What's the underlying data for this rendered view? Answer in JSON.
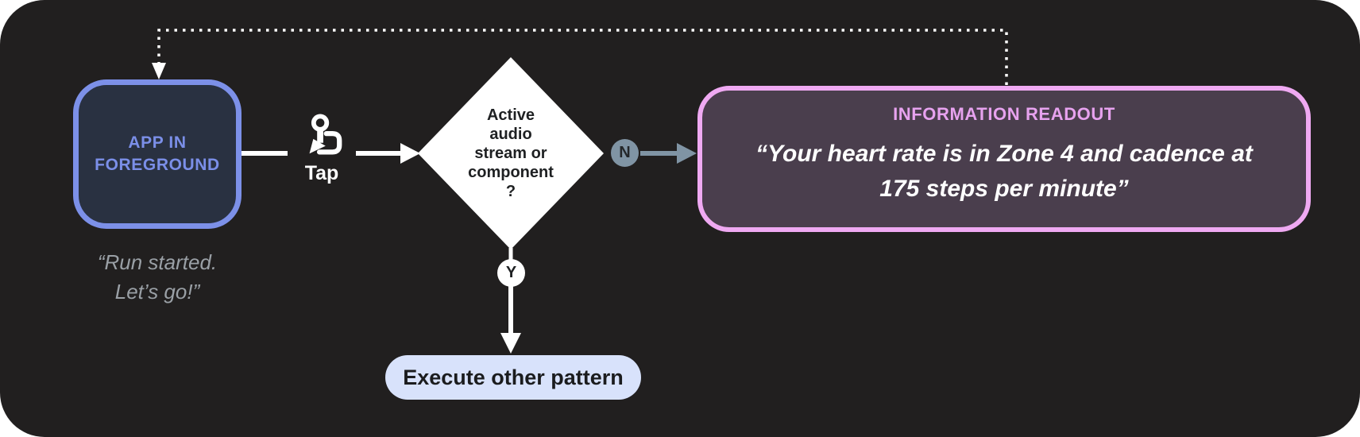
{
  "palette": {
    "canvas_bg": "#211F1F",
    "page_bg": "#FFFFFF",
    "app_border": "#7C90E8",
    "app_fill": "#293141",
    "app_text": "#7B8FE8",
    "quote_text": "#9AA0A6",
    "connector_white": "#FFFFFF",
    "no_branch_slate": "#8094A4",
    "readout_border": "#EFA9F2",
    "readout_fill": "#4A3E4D",
    "readout_title": "#E7A2EF",
    "pill_fill": "#D8E2FB",
    "dark_text": "#1E2022"
  },
  "app_node": {
    "label_line1": "APP IN",
    "label_line2": "FOREGROUND",
    "quote_line1": "“Run started.",
    "quote_line2": "Let’s go!”"
  },
  "tap": {
    "label": "Tap",
    "icon": "tap-gesture-icon"
  },
  "decision": {
    "lines": [
      "Active",
      "audio",
      "stream or",
      "component",
      "?"
    ]
  },
  "branch_no": {
    "badge": "N"
  },
  "branch_yes": {
    "badge": "Y"
  },
  "readout": {
    "title": "INFORMATION READOUT",
    "body_line1": "“Your heart rate is in Zone 4 and cadence at",
    "body_line2": "175 steps per minute”"
  },
  "execute": {
    "label": "Execute other pattern"
  }
}
